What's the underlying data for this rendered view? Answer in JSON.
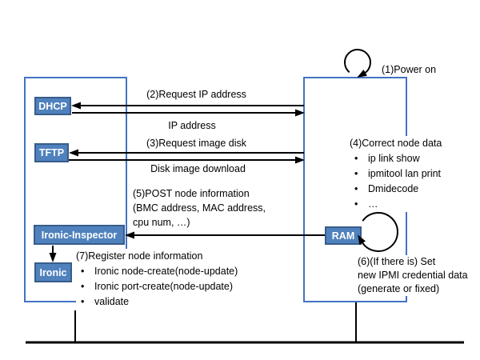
{
  "nodes": {
    "dhcp": "DHCP",
    "tftp": "TFTP",
    "ironic_inspector": "Ironic-Inspector",
    "ironic": "Ironic",
    "ram": "RAM"
  },
  "labels": {
    "power_on": "(1)Power on",
    "request_ip": "(2)Request IP address",
    "ip_address": "IP address",
    "request_image_disk": "(3)Request image disk",
    "disk_image_download": "Disk image download"
  },
  "post_node_information": {
    "lines": [
      "(5)POST node information",
      "(BMC address, MAC address,",
      "cpu num, …)"
    ]
  },
  "correct_node_data": {
    "title": "(4)Correct node data",
    "items": [
      "ip link show",
      "ipmitool lan print",
      "Dmidecode",
      "…"
    ]
  },
  "set_ipmi_credential": {
    "lines": [
      "(6)(If there is) Set",
      "new IPMI credential data",
      "(generate or fixed)"
    ]
  },
  "register_node_information": {
    "title": "(7)Register node information",
    "items": [
      "Ironic node-create(node-update)",
      "Ironic port-create(node-update)",
      "validate"
    ]
  },
  "colors": {
    "node_fill": "#4f81bd",
    "node_border": "#385d8a",
    "frame_border": "#4472c4",
    "arrow": "#000000"
  }
}
